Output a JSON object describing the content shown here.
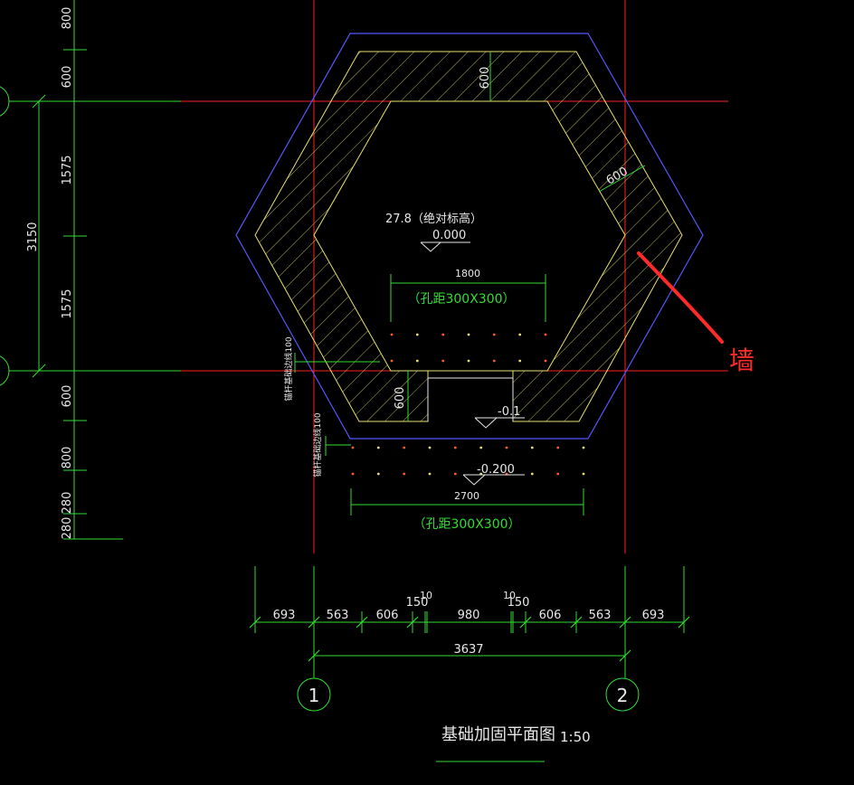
{
  "title": "基础加固平面图",
  "scale": "1:50",
  "wall_label": "墙",
  "axis_labels": [
    "1",
    "2"
  ],
  "left_dims": [
    "800",
    "600",
    "1575",
    "1575",
    "600",
    "800",
    "280",
    "280"
  ],
  "left_total": "3150",
  "bottom_dims": [
    "693",
    "563",
    "606",
    "150",
    "10",
    "980",
    "10",
    "150",
    "606",
    "563",
    "693"
  ],
  "bottom_total": "3637",
  "top_thickness": "600",
  "side_thickness": "600",
  "stem_thickness": "600",
  "elevation_note": "27.8（绝对标高）",
  "elevation_zero": "0.000",
  "elevation_mid": "-0.1",
  "elevation_low": "-0.200",
  "hole_width_upper": "1800",
  "hole_width_lower": "2700",
  "hole_note": "（孔距300X300）",
  "anchor_note_1": "锚杆基础边线100",
  "anchor_note_2": "锚杆基础边线100",
  "colors": {
    "background": "#000000",
    "dimension": "#33dd33",
    "axis": "#ff2020",
    "outline_blue": "#5555ff",
    "hatch": "#e6e070",
    "text": "#e8e8e8",
    "annotation_red": "#ff2a2a"
  }
}
